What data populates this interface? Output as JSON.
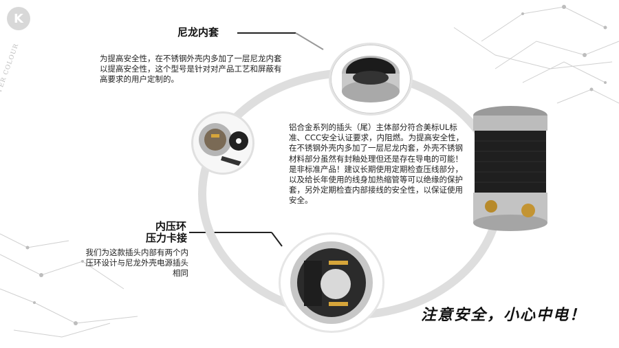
{
  "brand": {
    "logo_letter": "K",
    "vertical_text": "COPPER COLOUR"
  },
  "section_nylon": {
    "title": "尼龙内套",
    "body": "为提高安全性，在不锈钢外壳内多加了一层尼龙内套以提高安全性，这个型号是针对对产品工艺和屏蔽有高要求的用户定制的。"
  },
  "section_ring": {
    "title_line1": "内压环",
    "title_line2": "压力卡接",
    "body": "我们为这款插头内部有两个内压环设计与尼龙外壳电源插头相同"
  },
  "center_text": "铝合金系列的插头（尾）主体部分符合美标UL标准、CCC安全认证要求，内阻燃。为提高安全性，在不锈钢外壳内多加了一层尼龙内套，外壳不锈钢材料部分虽然有封釉处理但还是存在导电的可能！是非标准产品！建议长期使用定期检查压线部分，以及给长年使用的线身加热缩管等可以绝缘的保护套，另外定期检查内部接线的安全性，以保证使用安全。",
  "warning": "注意安全，小心中电！"
}
